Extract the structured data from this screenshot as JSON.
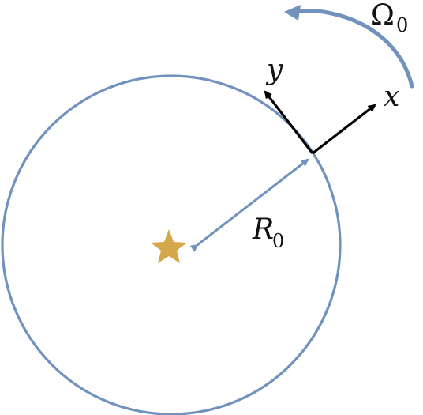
{
  "labels": {
    "omega": {
      "main": "Ω",
      "sub": "0"
    },
    "radius": {
      "main": "R",
      "sub": "0"
    },
    "x_axis": "x",
    "y_axis": "y"
  },
  "colors": {
    "orbit": "#7092bd",
    "axes": "#000000",
    "star": "#d4a84a",
    "text": "#111111"
  },
  "icons": {
    "center": "star-icon"
  }
}
